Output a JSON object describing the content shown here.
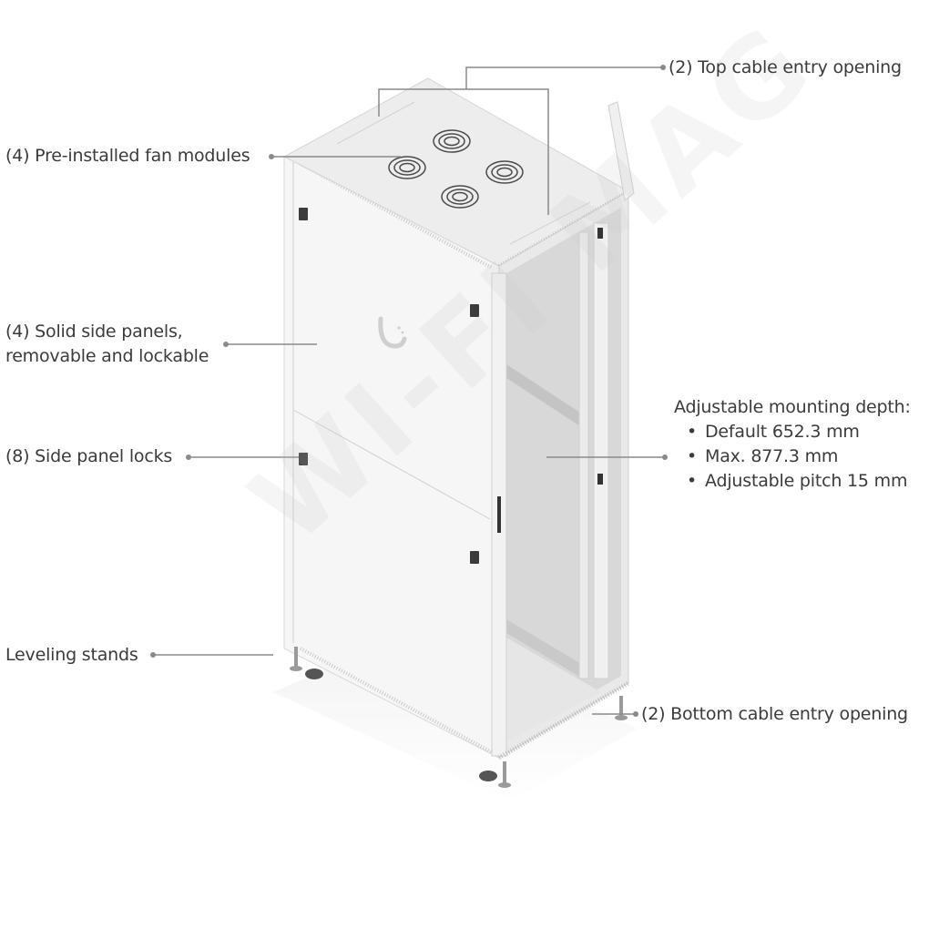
{
  "callouts": {
    "top_cable_entry": "(2) Top cable entry opening",
    "fan_modules": "(4) Pre-installed fan modules",
    "side_panels_line1": "(4) Solid side panels,",
    "side_panels_line2": "removable and lockable",
    "side_panel_locks": "(8) Side panel locks",
    "leveling_stands": "Leveling stands",
    "bottom_cable_entry": "(2) Bottom cable entry opening",
    "mounting_depth": {
      "title": "Adjustable mounting depth:",
      "items": [
        "Default 652.3 mm",
        "Max. 877.3 mm",
        "Adjustable pitch 15 mm"
      ]
    }
  },
  "watermark": "WI-FI MAG",
  "colors": {
    "text": "#3b3b3b",
    "leader_line": "#8a8a8a",
    "cabinet_face": "#f5f5f5",
    "cabinet_top": "#ececec",
    "cabinet_interior": "#dcdcdc"
  }
}
